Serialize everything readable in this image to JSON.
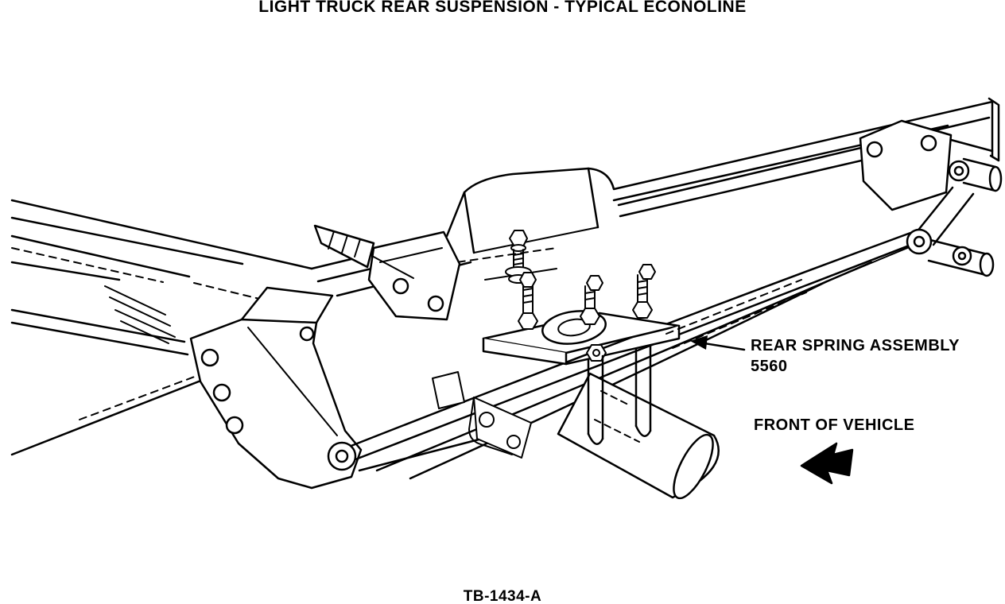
{
  "page": {
    "background": "#ffffff",
    "line_color": "#000000"
  },
  "diagram": {
    "title": "LIGHT TRUCK REAR SUSPENSION - TYPICAL ECONOLINE",
    "figure_code": "TB-1434-A",
    "callouts": {
      "rear_spring_assembly": {
        "label": "REAR SPRING ASSEMBLY",
        "part_number": "5560"
      },
      "front_of_vehicle": {
        "label": "FRONT OF VEHICLE"
      }
    },
    "icons": {
      "front_direction_arrow": "solid-left-arrow",
      "callout_leader_arrow": "thin-left-arrow"
    }
  }
}
